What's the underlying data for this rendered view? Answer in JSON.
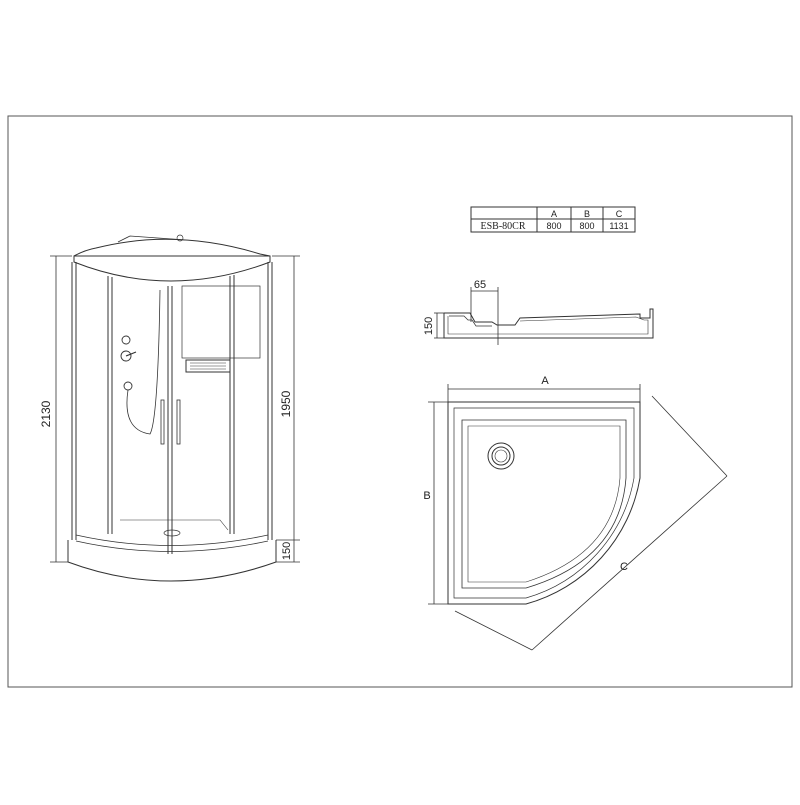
{
  "spec_table": {
    "headers": [
      "",
      "A",
      "B",
      "C"
    ],
    "model": "ESB-80CR",
    "values": [
      "800",
      "800",
      "1131"
    ]
  },
  "cabin_dims": {
    "total_height": "2130",
    "glass_height": "1950",
    "tray_height": "150"
  },
  "profile_dims": {
    "top_width": "65",
    "height": "150"
  },
  "plan_labels": {
    "a": "A",
    "b": "B",
    "c": "C"
  }
}
